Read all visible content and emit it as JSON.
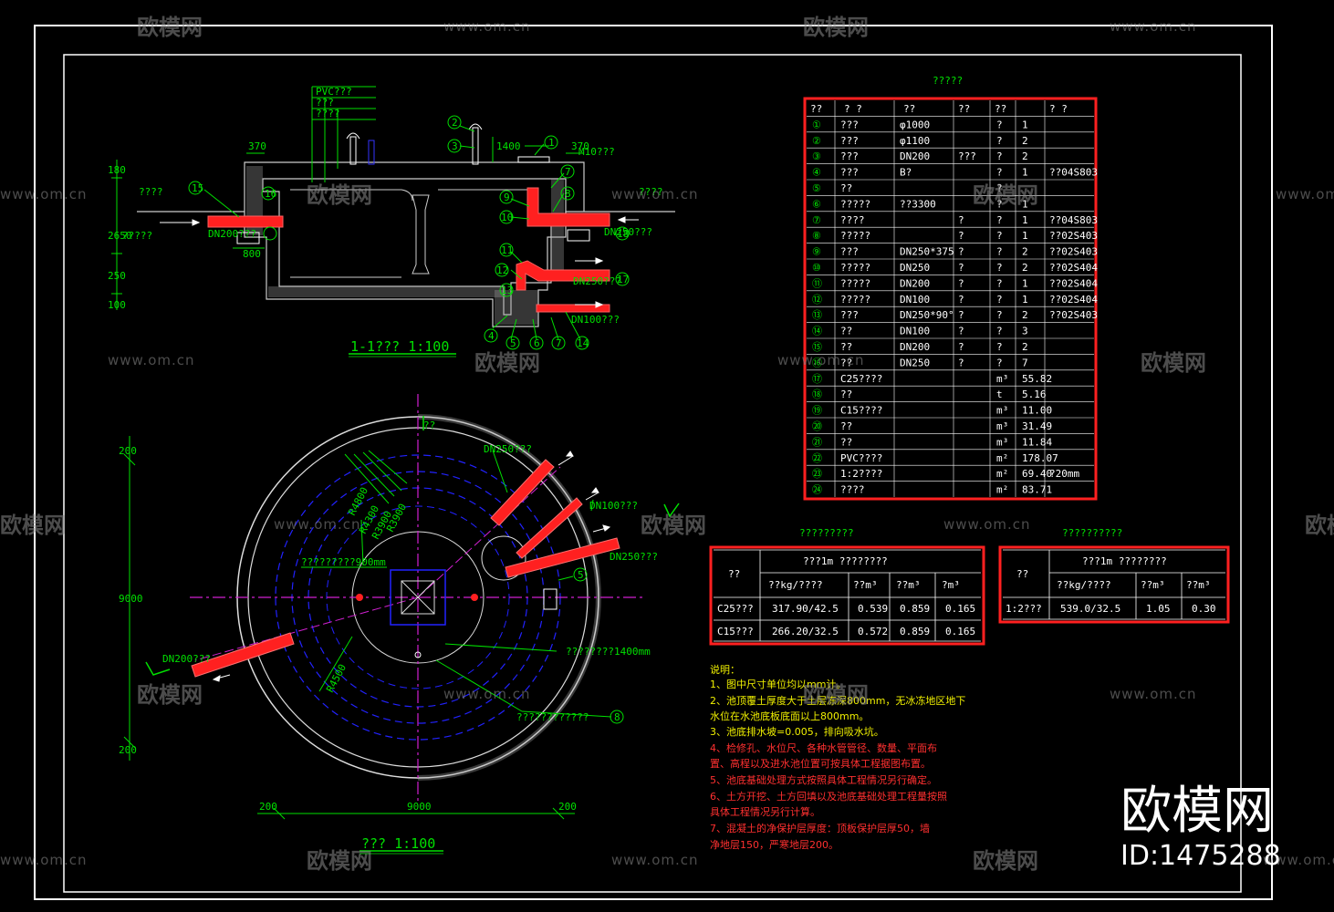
{
  "watermark": {
    "logo": "欧模网",
    "url": "www.om.cn",
    "big_logo": "欧模网",
    "id": "ID:1475288"
  },
  "section_view": {
    "title": "1-1??? 1:100",
    "labels_top": [
      "PVC???",
      "???",
      "????"
    ],
    "dim_top": [
      "370",
      "1400",
      "370"
    ],
    "dim_left": [
      "180",
      "2650",
      "250",
      "100"
    ],
    "left_labels": [
      "????",
      "DN200???",
      "?????"
    ],
    "right_labels": [
      "M10???",
      "????",
      "DN250???"
    ],
    "bottom_labels": [
      "DN250???",
      "DN100???"
    ],
    "dim_bottom": [
      "800"
    ],
    "num_left": [
      "15",
      "16"
    ],
    "num_right": [
      "1",
      "2",
      "3",
      "7",
      "8",
      "9",
      "10",
      "11",
      "12",
      "13",
      "17",
      "18"
    ],
    "num_bottom": [
      "4",
      "5",
      "6",
      "7",
      "14"
    ]
  },
  "plan_view": {
    "title": "??? 1:100",
    "dim_left": [
      "200",
      "9000",
      "200"
    ],
    "dim_bottom": [
      "200",
      "9000",
      "200"
    ],
    "labels": [
      "DN250???",
      "DN100???",
      "DN250???",
      "DN200???",
      "?????????900mm",
      "????????1400mm",
      "????????????"
    ],
    "radial_dims": [
      "R4500",
      "R4800",
      "R4300",
      "R3900",
      "R3900"
    ],
    "top_tag": "??",
    "markers": [
      "5",
      "8"
    ]
  },
  "materials_table": {
    "title": "?????",
    "headers": [
      "??",
      "?  ?",
      "??",
      "??",
      "??",
      "?  ?"
    ],
    "rows": [
      [
        "①",
        "???",
        "φ1000",
        "",
        "?",
        "1",
        ""
      ],
      [
        "②",
        "???",
        "φ1100",
        "",
        "?",
        "2",
        ""
      ],
      [
        "③",
        "???",
        "DN200",
        "???",
        "?",
        "2",
        ""
      ],
      [
        "④",
        "???",
        "B?",
        "",
        "?",
        "1",
        "??04S803"
      ],
      [
        "⑤",
        "??",
        "",
        "",
        "?",
        "",
        ""
      ],
      [
        "⑥",
        "?????",
        "??3300",
        "",
        "?",
        "1",
        ""
      ],
      [
        "⑦",
        "????",
        "",
        "?",
        "?",
        "1",
        "??04S803"
      ],
      [
        "⑧",
        "?????",
        "",
        "?",
        "?",
        "1",
        "??02S403"
      ],
      [
        "⑨",
        "???",
        "DN250*375",
        "?",
        "?",
        "2",
        "??02S403"
      ],
      [
        "⑩",
        "?????",
        "DN250",
        "?",
        "?",
        "2",
        "??02S404"
      ],
      [
        "⑪",
        "?????",
        "DN200",
        "?",
        "?",
        "1",
        "??02S404"
      ],
      [
        "⑫",
        "?????",
        "DN100",
        "?",
        "?",
        "1",
        "??02S404"
      ],
      [
        "⑬",
        "???",
        "DN250*90°",
        "?",
        "?",
        "2",
        "??02S403"
      ],
      [
        "⑭",
        "??",
        "DN100",
        "?",
        "?",
        "3",
        ""
      ],
      [
        "⑮",
        "??",
        "DN200",
        "?",
        "?",
        "2",
        ""
      ],
      [
        "⑯",
        "??",
        "DN250",
        "?",
        "?",
        "7",
        ""
      ],
      [
        "⑰",
        "C25????",
        "",
        "",
        "m³",
        "55.82",
        ""
      ],
      [
        "⑱",
        "??",
        "",
        "",
        "t",
        "5.16",
        ""
      ],
      [
        "⑲",
        "C15????",
        "",
        "",
        "m³",
        "11.00",
        ""
      ],
      [
        "⑳",
        "??",
        "",
        "",
        "m³",
        "31.49",
        ""
      ],
      [
        "㉑",
        "??",
        "",
        "",
        "m³",
        "11.84",
        ""
      ],
      [
        "㉒",
        "PVC????",
        "",
        "",
        "m²",
        "178.07",
        ""
      ],
      [
        "㉓",
        "1:2????",
        "",
        "",
        "m²",
        "69.40",
        "?20mm"
      ],
      [
        "㉔",
        "????",
        "",
        "",
        "m²",
        "83.71",
        ""
      ]
    ]
  },
  "concrete_table": {
    "title": "?????????",
    "h1": "??",
    "h2": "???1m ????????",
    "sub": [
      "??kg/????",
      "??m³",
      "??m³",
      "?m³"
    ],
    "rows": [
      [
        "C25???",
        "317.90/42.5",
        "0.539",
        "0.859",
        "0.165"
      ],
      [
        "C15???",
        "266.20/32.5",
        "0.572",
        "0.859",
        "0.165"
      ]
    ]
  },
  "mortar_table": {
    "title": "??????????",
    "h1": "??",
    "h2": "???1m ????????",
    "sub": [
      "??kg/????",
      "??m³",
      "??m³"
    ],
    "rows": [
      [
        "1:2???",
        "539.0/32.5",
        "1.05",
        "0.30"
      ]
    ]
  },
  "notes": {
    "title": "说明：",
    "lines": [
      "1、图中尺寸单位均以mm计。",
      "2、池顶覆土厚度大于土层冻深800mm，无冰冻地区地下",
      "水位在水池底板底面以上800mm。",
      "3、池底排水坡=0.005，排向吸水坑。",
      "4、检修孔、水位尺、各种水管管径、数量、平面布",
      "置、高程以及进水池位置可按具体工程据图布置。",
      "5、池底基础处理方式按照具体工程情况另行确定。",
      "6、土方开挖、土方回填以及池底基础处理工程量按照",
      "具体工程情况另行计算。",
      "7、混凝土的净保护层厚度：顶板保护层厚50，墙",
      "净地层150，严寒地层200。"
    ]
  },
  "colors": {
    "bg": "#000000",
    "green": "#00e000",
    "red": "#ff2020",
    "yellow": "#f0f000",
    "blue": "#2222ff",
    "magenta": "#d020d0",
    "white": "#ffffff"
  }
}
